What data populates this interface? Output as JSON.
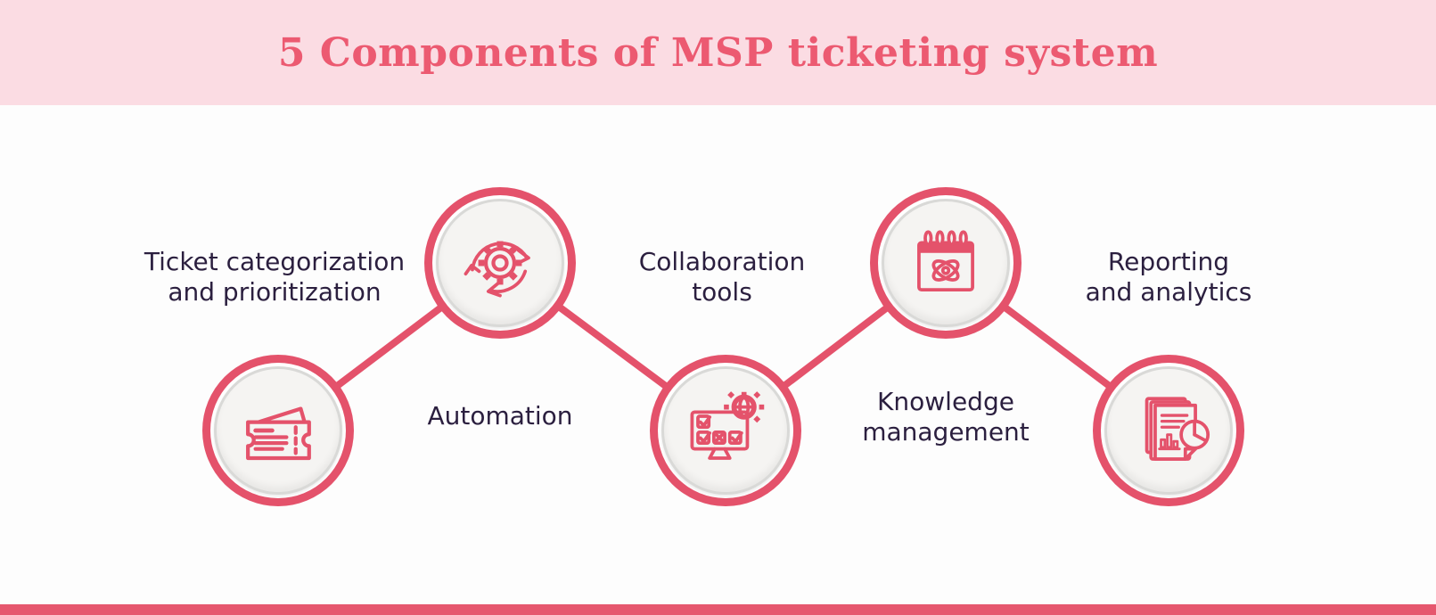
{
  "title": "5 Components of MSP ticketing system",
  "colors": {
    "accent": "#e4526b",
    "header_bg": "#fbdce3",
    "title_color": "#ec5a71",
    "label_color": "#2b1f3f",
    "footer_bar": "#e6576e",
    "disc_fill": "#f5f4f2",
    "disc_rim": "#d9d9d7",
    "page_bg": "#fdfdfd"
  },
  "items": [
    {
      "id": "ticket-categorization",
      "icon": "tickets-icon",
      "lines": [
        "Ticket categorization",
        "and prioritization"
      ]
    },
    {
      "id": "automation",
      "icon": "automation-sync-gear-icon",
      "lines": [
        "Automation"
      ]
    },
    {
      "id": "collaboration-tools",
      "icon": "collaboration-monitor-icon",
      "lines": [
        "Collaboration",
        "tools"
      ]
    },
    {
      "id": "knowledge-management",
      "icon": "knowledge-calendar-icon",
      "lines": [
        "Knowledge",
        "management"
      ]
    },
    {
      "id": "reporting-analytics",
      "icon": "reporting-documents-icon",
      "lines": [
        "Reporting",
        "and analytics"
      ]
    }
  ]
}
